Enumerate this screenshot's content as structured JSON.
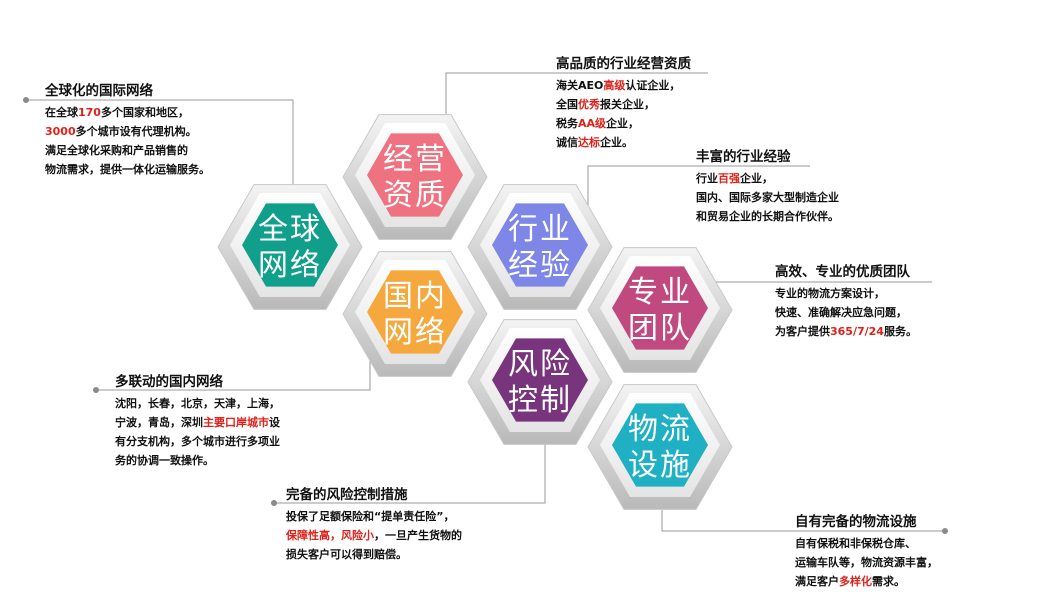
{
  "colors": {
    "green": "#0f9f8a",
    "pink": "#ef7280",
    "blue": "#7e86e8",
    "orange": "#f5a83e",
    "magenta": "#c04a80",
    "purple": "#78357e",
    "teal": "#1fb1c3",
    "highlight": "#e0211a",
    "connector": "#9a9a9a"
  },
  "hexagons": [
    {
      "id": "global",
      "line1": "全球",
      "line2": "网络",
      "color": "green"
    },
    {
      "id": "quality",
      "line1": "经营",
      "line2": "资质",
      "color": "pink"
    },
    {
      "id": "industry",
      "line1": "行业",
      "line2": "经验",
      "color": "blue"
    },
    {
      "id": "domestic",
      "line1": "国内",
      "line2": "网络",
      "color": "orange"
    },
    {
      "id": "team",
      "line1": "专业",
      "line2": "团队",
      "color": "magenta"
    },
    {
      "id": "risk",
      "line1": "风险",
      "line2": "控制",
      "color": "purple"
    },
    {
      "id": "facility",
      "line1": "物流",
      "line2": "设施",
      "color": "teal"
    }
  ],
  "callouts": {
    "global": {
      "title": "全球化的国际网络",
      "lines": [
        [
          {
            "t": "在全球"
          },
          {
            "t": "170",
            "hl": true
          },
          {
            "t": "多个国家和地区，"
          }
        ],
        [
          {
            "t": "3000",
            "hl": true
          },
          {
            "t": "多个城市设有代理机构。"
          }
        ],
        [
          {
            "t": "满足全球化采购和产品销售的"
          }
        ],
        [
          {
            "t": "物流需求，提供一体化运输服务。"
          }
        ]
      ]
    },
    "quality": {
      "title": "高品质的行业经营资质",
      "lines": [
        [
          {
            "t": "海关AEO"
          },
          {
            "t": "高级",
            "hl": true
          },
          {
            "t": "认证企业，"
          }
        ],
        [
          {
            "t": "全国"
          },
          {
            "t": "优秀",
            "hl": true
          },
          {
            "t": "报关企业，"
          }
        ],
        [
          {
            "t": "税务"
          },
          {
            "t": "AA级",
            "hl": true
          },
          {
            "t": "企业，"
          }
        ],
        [
          {
            "t": "诚信"
          },
          {
            "t": "达标",
            "hl": true
          },
          {
            "t": "企业。"
          }
        ]
      ]
    },
    "industry": {
      "title": "丰富的行业经验",
      "lines": [
        [
          {
            "t": "行业"
          },
          {
            "t": "百强",
            "hl": true
          },
          {
            "t": "企业，"
          }
        ],
        [
          {
            "t": "国内、国际多家大型制造企业"
          }
        ],
        [
          {
            "t": "和贸易企业的长期合作伙伴。"
          }
        ]
      ]
    },
    "team": {
      "title": "高效、专业的优质团队",
      "lines": [
        [
          {
            "t": "专业的物流方案设计，"
          }
        ],
        [
          {
            "t": "快速、准确解决应急问题，"
          }
        ],
        [
          {
            "t": "为客户提供"
          },
          {
            "t": "365/7/24",
            "hl": true
          },
          {
            "t": "服务。"
          }
        ]
      ]
    },
    "domestic": {
      "title": "多联动的国内网络",
      "lines": [
        [
          {
            "t": "沈阳，长春，北京，天津，上海，"
          }
        ],
        [
          {
            "t": "宁波，青岛，深圳"
          },
          {
            "t": "主要口岸城市",
            "hl": true
          },
          {
            "t": "设"
          }
        ],
        [
          {
            "t": "有分支机构，多个城市进行多项业"
          }
        ],
        [
          {
            "t": "务的协调一致操作。"
          }
        ]
      ]
    },
    "risk": {
      "title": "完备的风险控制措施",
      "lines": [
        [
          {
            "t": "投保了足额保险和“提单责任险”，"
          }
        ],
        [
          {
            "t": "保障性高，风险小",
            "hl": true
          },
          {
            "t": "，一旦产生货物的"
          }
        ],
        [
          {
            "t": "损失客户可以得到赔偿。"
          }
        ]
      ]
    },
    "facility": {
      "title": "自有完备的物流设施",
      "lines": [
        [
          {
            "t": "自有保税和非保税仓库、"
          }
        ],
        [
          {
            "t": "运输车队等，物流资源丰富，"
          }
        ],
        [
          {
            "t": "满足客户"
          },
          {
            "t": "多样化",
            "hl": true
          },
          {
            "t": "需求。"
          }
        ]
      ]
    }
  }
}
